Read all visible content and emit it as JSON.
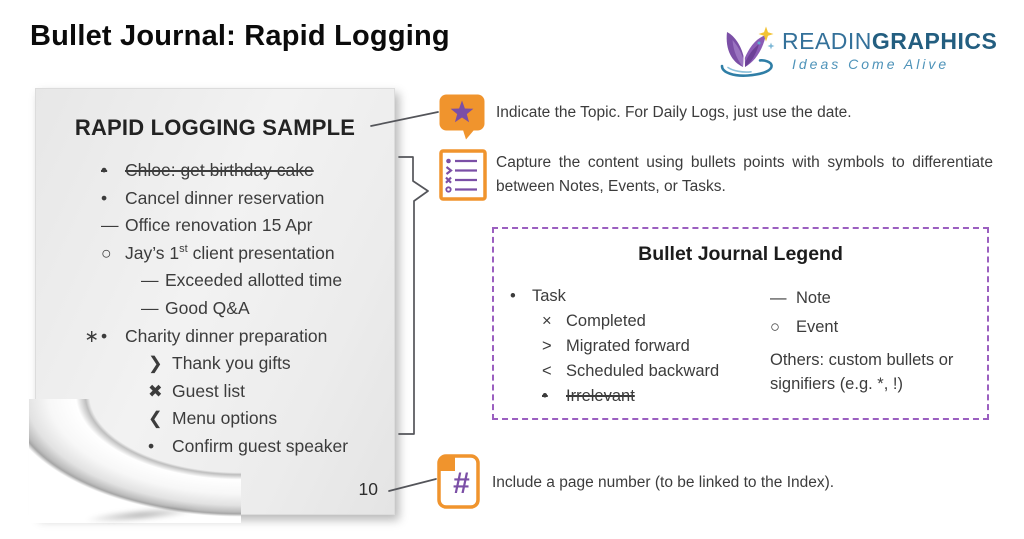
{
  "header": {
    "title": "Bullet Journal: Rapid Logging",
    "logo": {
      "name_light": "READIN",
      "name_bold": "GRAPHICS",
      "tagline": "Ideas Come Alive"
    }
  },
  "paper": {
    "heading": "RAPID LOGGING SAMPLE",
    "page_number": "10",
    "items": [
      {
        "glyph": "•",
        "text": "Chloe: get birthday cake",
        "indent": 0,
        "struck": true
      },
      {
        "glyph": "•",
        "text": "Cancel dinner reservation",
        "indent": 0
      },
      {
        "glyph": "—",
        "text": "Office renovation 15 Apr",
        "indent": 0
      },
      {
        "glyph": "○",
        "text_pre": "Jay’s 1",
        "sup": "st",
        "text_post": " client presentation",
        "indent": 0
      },
      {
        "glyph": "—",
        "text": "Exceeded allotted time",
        "indent": 1
      },
      {
        "glyph": "—",
        "text": "Good Q&A",
        "indent": 1
      },
      {
        "glyph": "•",
        "signifier": "∗",
        "text": "Charity dinner preparation",
        "indent": 0
      },
      {
        "glyph": "❯",
        "text": "Thank you gifts",
        "indent": 2
      },
      {
        "glyph": "✖",
        "text": "Guest list",
        "indent": 2
      },
      {
        "glyph": "❮",
        "text": "Menu options",
        "indent": 2
      },
      {
        "glyph": "•",
        "text": "Confirm guest speaker",
        "indent": 2
      }
    ]
  },
  "annotations": {
    "topic": "Indicate the Topic. For Daily Logs, just use the date.",
    "capture": "Capture the content using bullets points with symbols to differentiate between Notes, Events, or Tasks.",
    "page": "Include a page number (to be linked to the Index)."
  },
  "legend": {
    "title": "Bullet Journal Legend",
    "left": [
      {
        "glyph": "•",
        "text": "Task",
        "indent": 0
      },
      {
        "glyph": "×",
        "text": "Completed",
        "indent": 1
      },
      {
        "glyph": ">",
        "text": "Migrated forward",
        "indent": 1
      },
      {
        "glyph": "<",
        "text": "Scheduled backward",
        "indent": 1
      },
      {
        "glyph": "•",
        "text": "Irrelevant",
        "indent": 1,
        "struck": true
      }
    ],
    "right": [
      {
        "glyph": "—",
        "text": "Note",
        "indent": 0
      },
      {
        "glyph": "○",
        "text": "Event",
        "indent": 0
      }
    ],
    "others": "Others: custom bullets or signifiers (e.g. *, !)"
  },
  "colors": {
    "orange": "#F0942D",
    "purple": "#7B4FA6",
    "legend_border": "#9B5FC0",
    "text": "#3C3C3C",
    "logo_teal": "#34719A",
    "logo_teal_dark": "#235E80",
    "tagline_teal": "#4E93B9"
  }
}
